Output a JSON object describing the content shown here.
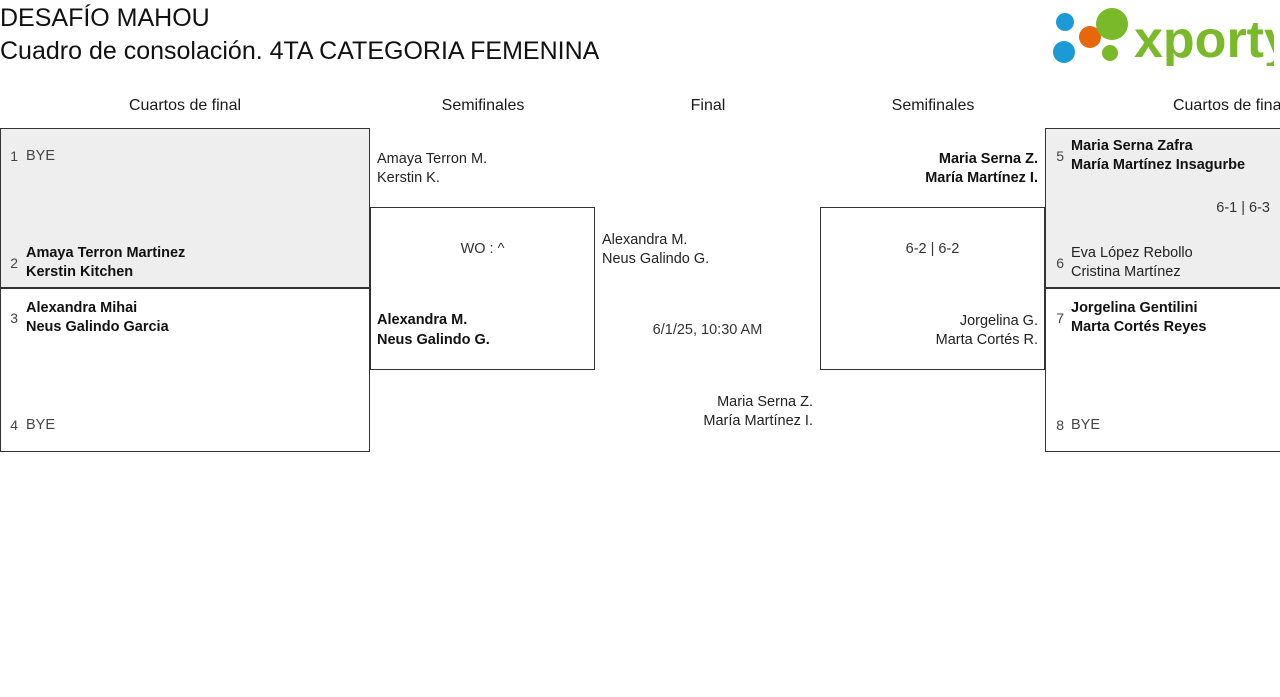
{
  "header": {
    "tournament": "DESAFÍO MAHOU",
    "subtitle": "Cuadro de consolación. 4TA CATEGORIA FEMENINA",
    "logo_text": "xporty",
    "logo_colors": {
      "green": "#7ab929",
      "orange": "#e8670c",
      "blue": "#1b9ad6"
    }
  },
  "rounds": [
    {
      "label": "Cuartos de final"
    },
    {
      "label": "Semifinales"
    },
    {
      "label": "Final"
    },
    {
      "label": "Semifinales"
    },
    {
      "label": "Cuartos de final"
    }
  ],
  "left_quarters": [
    {
      "top": {
        "seed": "1",
        "line1": "BYE",
        "line2": "",
        "winner": false,
        "bye": true
      },
      "bottom": {
        "seed": "2",
        "line1": "Amaya Terron Martinez",
        "line2": "Kerstin Kitchen",
        "winner": true,
        "bye": false
      },
      "score": ""
    },
    {
      "top": {
        "seed": "3",
        "line1": "Alexandra Mihai",
        "line2": "Neus Galindo Garcia",
        "winner": true,
        "bye": false
      },
      "bottom": {
        "seed": "4",
        "line1": "BYE",
        "line2": "",
        "winner": false,
        "bye": true
      },
      "score": ""
    }
  ],
  "left_semifinal": {
    "top": {
      "line1": "Amaya Terron M.",
      "line2": "Kerstin K.",
      "winner": false
    },
    "bottom": {
      "line1": "Alexandra M.",
      "line2": "Neus Galindo G.",
      "winner": true
    },
    "score": "WO : ^"
  },
  "final": {
    "left": {
      "line1": "Alexandra M.",
      "line2": "Neus Galindo G.",
      "winner": false
    },
    "right": {
      "line1": "Maria Serna Z.",
      "line2": "María Martínez I.",
      "winner": false
    },
    "datetime": "6/1/25, 10:30 AM"
  },
  "right_semifinal": {
    "top": {
      "line1": "Maria Serna Z.",
      "line2": "María Martínez I.",
      "winner": true
    },
    "bottom": {
      "line1": "Jorgelina G.",
      "line2": "Marta Cortés R.",
      "winner": false
    },
    "score": "6-2 | 6-2"
  },
  "right_quarters": [
    {
      "top": {
        "seed": "5",
        "line1": "Maria Serna Zafra",
        "line2": "María Martínez Insagurbe",
        "winner": true,
        "bye": false
      },
      "bottom": {
        "seed": "6",
        "line1": "Eva López Rebollo",
        "line2": "Cristina Martínez",
        "winner": false,
        "bye": false
      },
      "score": "6-1 | 6-3"
    },
    {
      "top": {
        "seed": "7",
        "line1": "Jorgelina Gentilini",
        "line2": "Marta Cortés Reyes",
        "winner": true,
        "bye": false
      },
      "bottom": {
        "seed": "8",
        "line1": "BYE",
        "line2": "",
        "winner": false,
        "bye": true
      },
      "score": ""
    }
  ]
}
